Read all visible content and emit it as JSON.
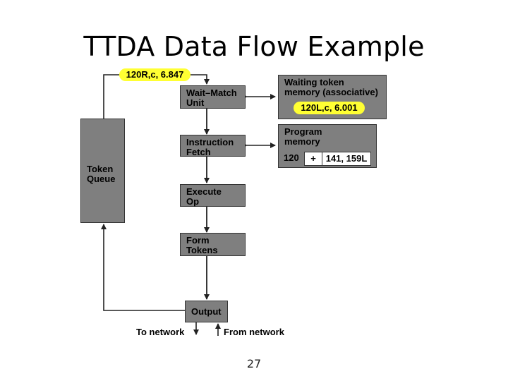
{
  "slide": {
    "title": "TTDA Data Flow Example",
    "page_number": "27"
  },
  "diagram": {
    "token_queue": {
      "line1": "Token",
      "line2": "Queue"
    },
    "wait_match": {
      "line1": "Wait–Match",
      "line2": "Unit"
    },
    "instruction_fetch": {
      "line1": "Instruction",
      "line2": "Fetch"
    },
    "execute_op": {
      "line1": "Execute",
      "line2": "Op"
    },
    "form_tokens": {
      "line1": "Form",
      "line2": "Tokens"
    },
    "output": {
      "label": "Output"
    },
    "waiting_memory": {
      "line1": "Waiting token",
      "line2": "memory (associative)",
      "stored_token": "120L,c, 6.001"
    },
    "program_memory": {
      "line1": "Program",
      "line2": "memory",
      "address": "120",
      "opcode": "+",
      "destinations": "141, 159L"
    },
    "incoming_token": "120R,c, 6.847",
    "to_network": "To network",
    "from_network": "From network"
  },
  "colors": {
    "box_fill": "#7f7f7f",
    "highlight": "#ffff33",
    "line": "#222222"
  }
}
